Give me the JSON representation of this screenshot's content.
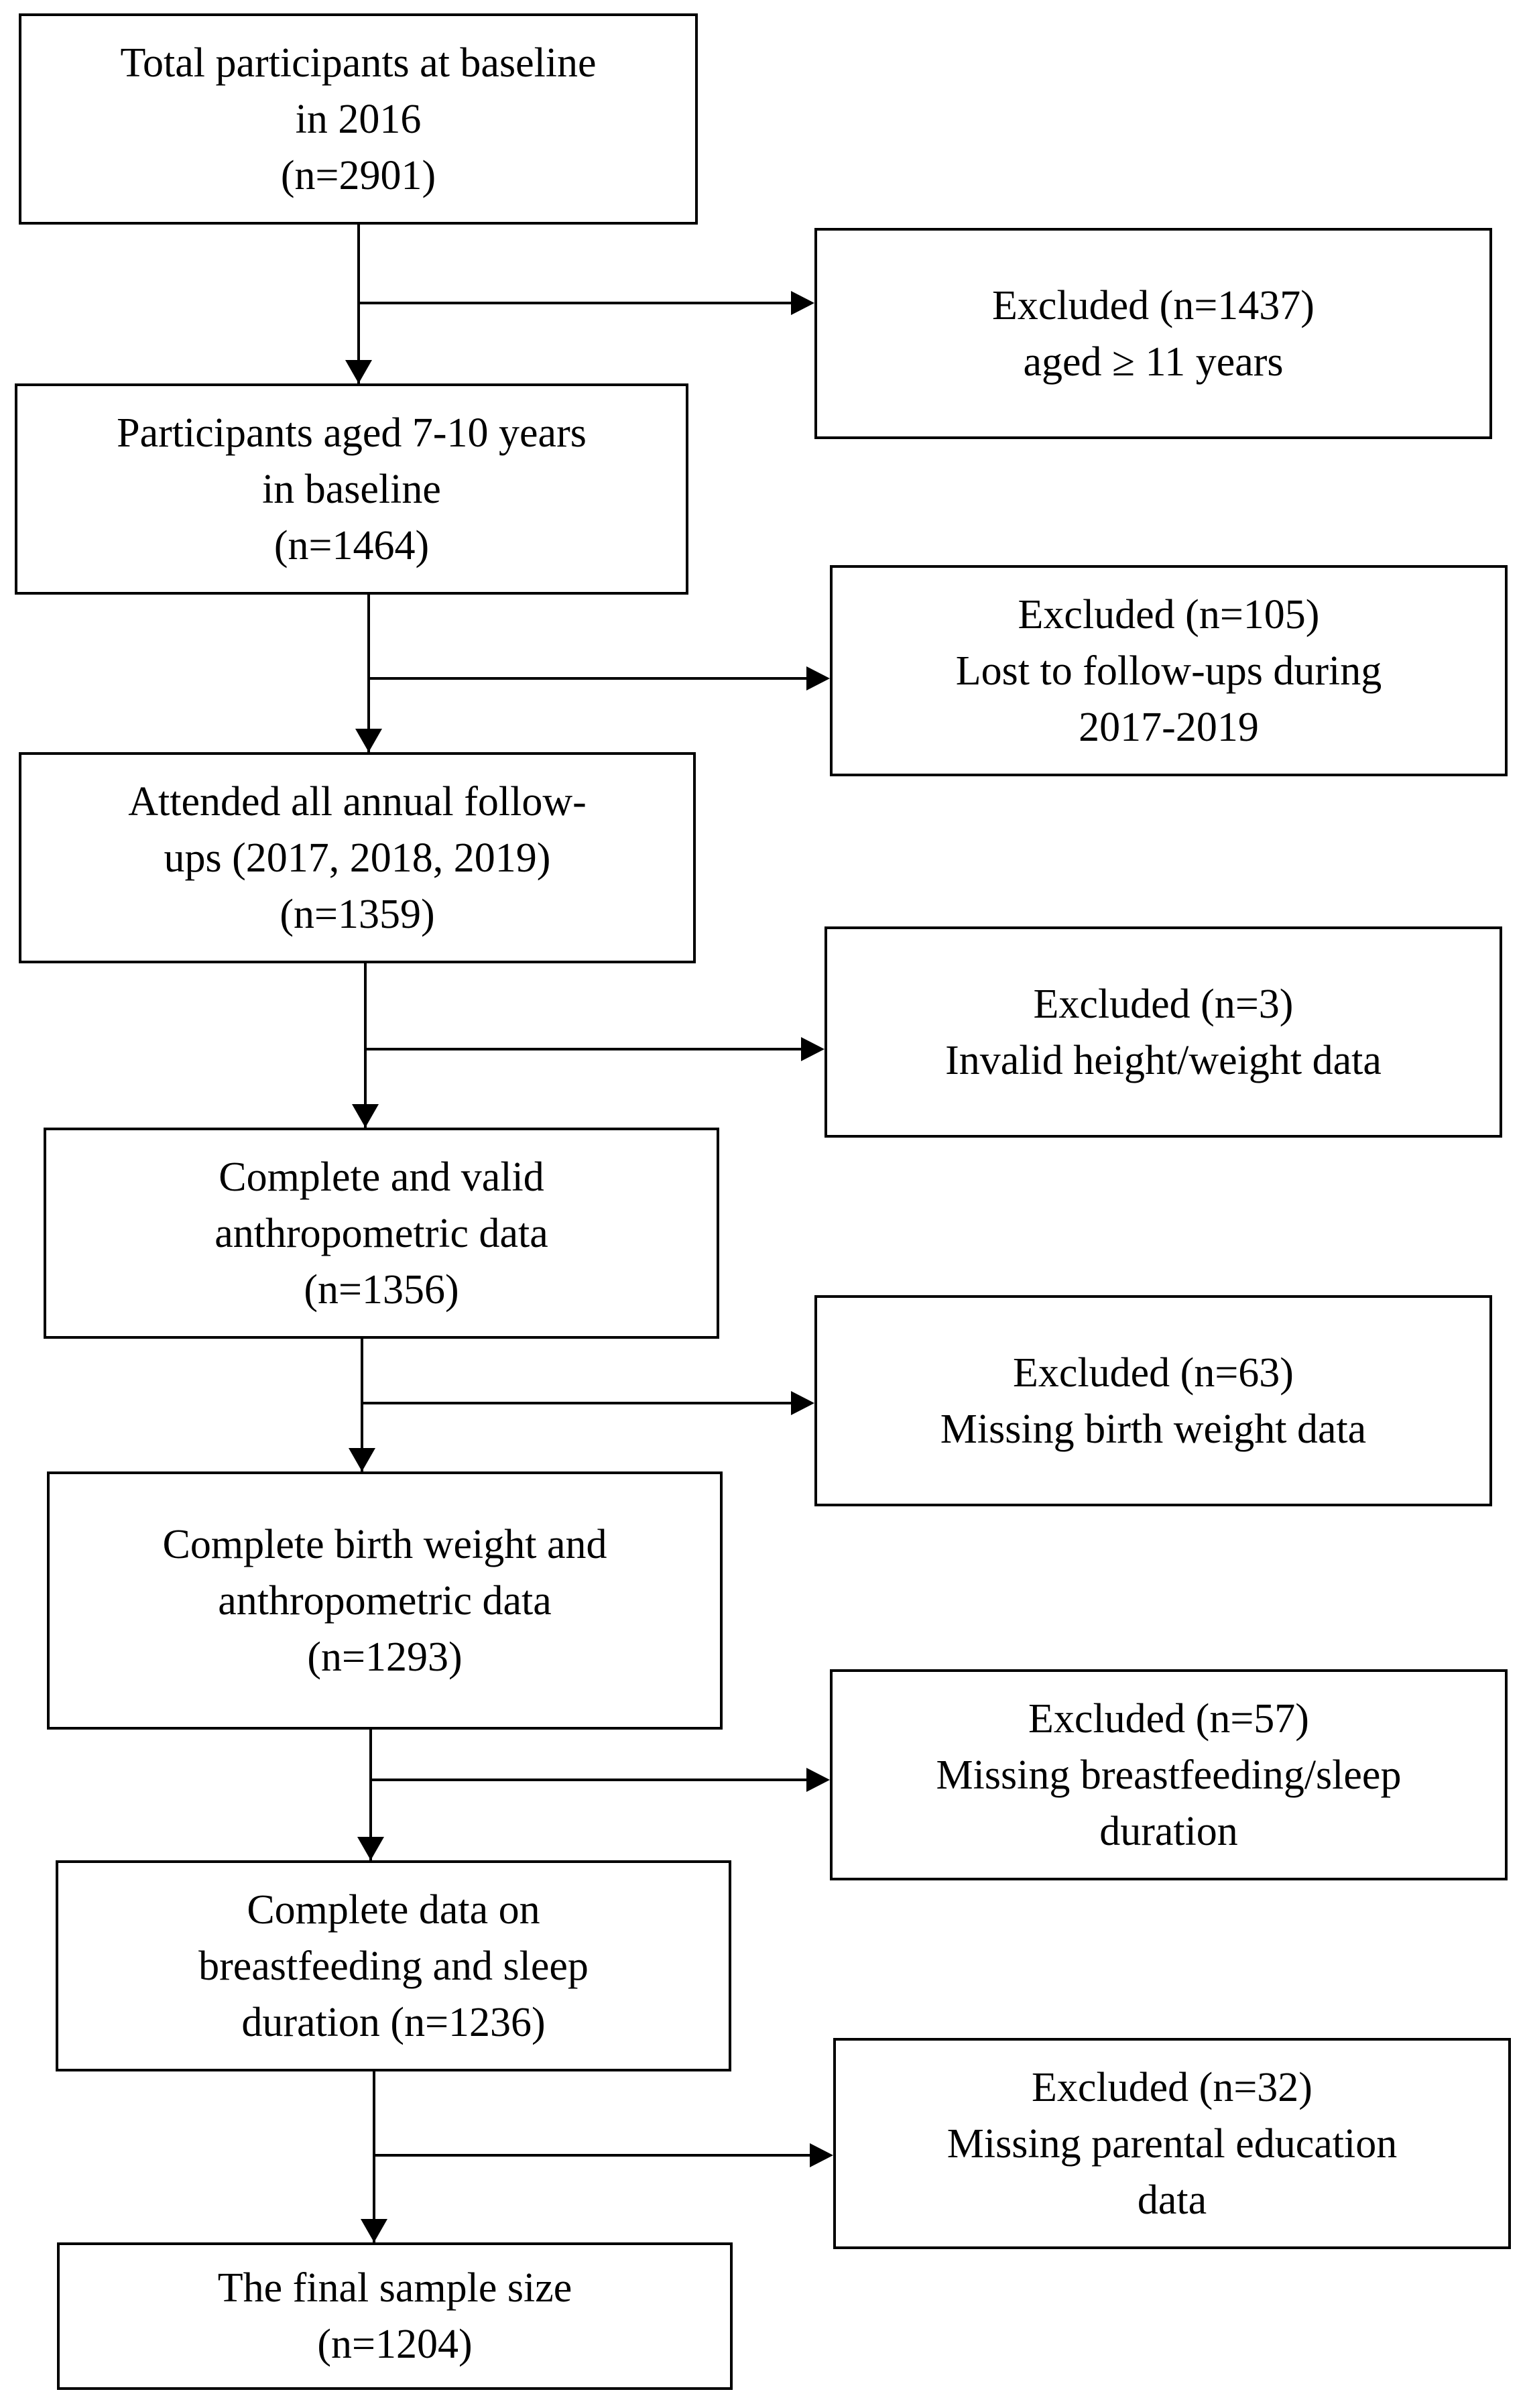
{
  "main_flow": [
    {
      "lines": [
        "Total participants at baseline",
        "in 2016",
        "(n=2901)"
      ]
    },
    {
      "lines": [
        "Participants aged 7-10 years",
        "in baseline",
        "(n=1464)"
      ]
    },
    {
      "lines": [
        "Attended all annual follow-",
        "ups (2017, 2018, 2019)",
        "(n=1359)"
      ]
    },
    {
      "lines": [
        "Complete and valid",
        "anthropometric data",
        "(n=1356)"
      ]
    },
    {
      "lines": [
        "Complete birth weight and",
        "anthropometric data",
        "(n=1293)"
      ]
    },
    {
      "lines": [
        "Complete data on",
        "breastfeeding and sleep",
        "duration (n=1236)"
      ]
    },
    {
      "lines": [
        "The final sample size",
        "(n=1204)"
      ]
    }
  ],
  "exclusions": [
    {
      "lines": [
        "Excluded (n=1437)",
        "aged ≥ 11 years"
      ]
    },
    {
      "lines": [
        "Excluded (n=105)",
        "Lost to follow-ups during",
        "2017-2019"
      ]
    },
    {
      "lines": [
        "Excluded (n=3)",
        "Invalid height/weight data"
      ]
    },
    {
      "lines": [
        "Excluded (n=63)",
        "Missing birth weight data"
      ]
    },
    {
      "lines": [
        "Excluded (n=57)",
        "Missing breastfeeding/sleep",
        "duration"
      ]
    },
    {
      "lines": [
        "Excluded (n=32)",
        "Missing parental education",
        "data"
      ]
    }
  ]
}
